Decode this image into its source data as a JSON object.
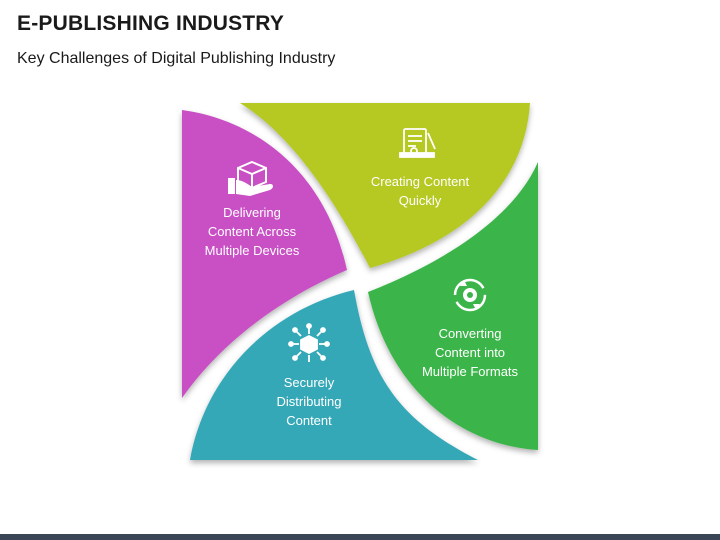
{
  "header": {
    "title": "E-PUBLISHING INDUSTRY",
    "subtitle": "Key Challenges of Digital Publishing Industry"
  },
  "segments": [
    {
      "id": "creating",
      "label": "Creating Content\nQuickly",
      "color": "#b6c820",
      "icon": "content-creation-icon"
    },
    {
      "id": "delivering",
      "label": "Delivering\nContent Across\nMultiple Devices",
      "color": "#c84fc4",
      "icon": "package-delivery-icon"
    },
    {
      "id": "converting",
      "label": "Converting\nContent into\nMultiple Formats",
      "color": "#3bb54a",
      "icon": "gear-refresh-icon"
    },
    {
      "id": "distributing",
      "label": "Securely\nDistributing\nContent",
      "color": "#36a8b7",
      "icon": "network-cube-icon"
    }
  ],
  "footer": {
    "bar_color": "#3a4656"
  }
}
